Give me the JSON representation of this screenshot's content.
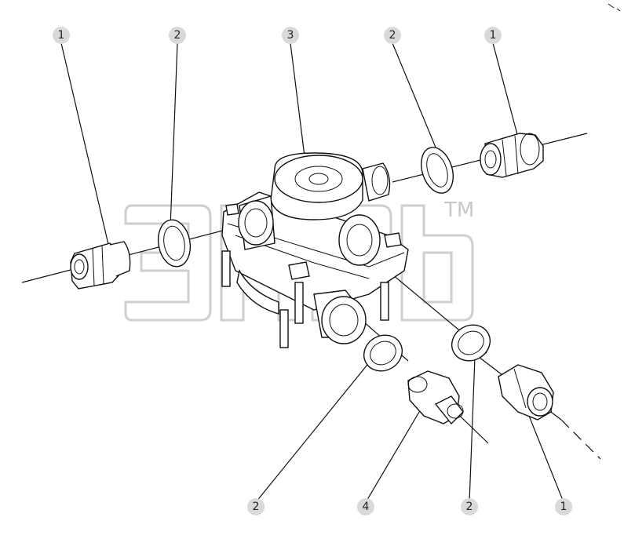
{
  "watermark": {
    "trademark": "TM"
  },
  "callouts": [
    {
      "id": "c1",
      "label": "1"
    },
    {
      "id": "c2",
      "label": "2"
    },
    {
      "id": "c3",
      "label": "3"
    },
    {
      "id": "c4",
      "label": "2"
    },
    {
      "id": "c5",
      "label": "1"
    },
    {
      "id": "c6",
      "label": "2"
    },
    {
      "id": "c7",
      "label": "4"
    },
    {
      "id": "c8",
      "label": "2"
    },
    {
      "id": "c9",
      "label": "1"
    }
  ],
  "colors": {
    "line": "#111111",
    "callout_fill": "#d9d9d9",
    "watermark": "#cfcfcf"
  }
}
